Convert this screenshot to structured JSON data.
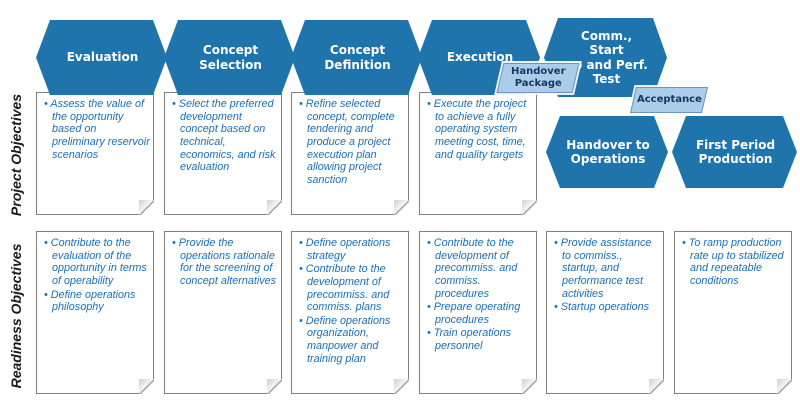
{
  "phases": [
    {
      "label": "Evaluation"
    },
    {
      "label": "Concept\nSelection"
    },
    {
      "label": "Concept\nDefinition"
    },
    {
      "label": "Execution"
    },
    {
      "label": "Comm., Start\nup and Perf.\nTest"
    },
    {
      "label": "Handover to\nOperations"
    },
    {
      "label": "First Period\nProduction"
    }
  ],
  "milestones": [
    {
      "label": "Handover\nPackage"
    },
    {
      "label": "Acceptance"
    }
  ],
  "rows": {
    "project": {
      "label": "Project Objectives"
    },
    "readiness": {
      "label": "Readiness Objectives"
    }
  },
  "project_objectives": [
    {
      "bullets": [
        "Assess the value of the opportunity based on preliminary reservoir scenarios"
      ]
    },
    {
      "bullets": [
        "Select the preferred development concept based on technical, economics, and risk evaluation"
      ]
    },
    {
      "bullets": [
        "Refine selected concept, complete tendering and produce a project execution plan allowing project sanction"
      ]
    },
    {
      "bullets": [
        "Execute the project to achieve a fully operating system meeting cost, time, and quality targets"
      ]
    }
  ],
  "readiness_objectives": [
    {
      "bullets": [
        "Contribute to the evaluation of the opportunity in terms of operability",
        "Define operations philosophy"
      ]
    },
    {
      "bullets": [
        "Provide the operations rationale for the screening of concept alternatives"
      ]
    },
    {
      "bullets": [
        "Define operations strategy",
        "Contribute to the development of precommiss. and commiss. plans",
        "Define operations organization, manpower and training plan"
      ]
    },
    {
      "bullets": [
        "Contribute to the development of precommiss. and commiss. procedures",
        "Prepare operating procedures",
        "Train operations personnel"
      ]
    },
    {
      "bullets": [
        "Provide assistance to commiss., startup, and performance test activities",
        "Startup operations"
      ]
    },
    {
      "bullets": [
        "To ramp production rate up to stabilized and repeatable conditions"
      ]
    }
  ],
  "colors": {
    "chevron": "#1F74AC",
    "milestone_fill": "#ABCDEA",
    "milestone_border": "#6E94BE",
    "milestone_text": "#17375E",
    "card_text": "#1B6FB5",
    "card_border": "#808080"
  }
}
